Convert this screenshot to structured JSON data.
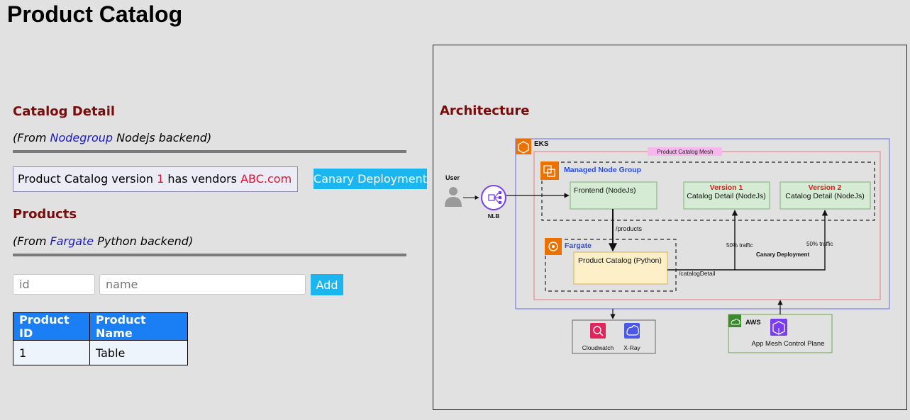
{
  "page": {
    "title": "Product Catalog"
  },
  "catalog_detail": {
    "heading": "Catalog Detail",
    "source_prefix": "(From ",
    "source_highlight": "Nodegroup",
    "source_suffix": " Nodejs backend)",
    "version_text_1": "Product Catalog version ",
    "version_number": "1",
    "version_text_2": " has vendors ",
    "vendor": "ABC.com",
    "canary_button": "Canary Deployment"
  },
  "products": {
    "heading": "Products",
    "source_prefix": "(From ",
    "source_highlight": "Fargate",
    "source_suffix": " Python backend)",
    "id_placeholder": "id",
    "name_placeholder": "name",
    "add_button": "Add",
    "table": {
      "headers": [
        "Product ID",
        "Product Name"
      ],
      "rows": [
        [
          "1",
          "Table"
        ]
      ]
    }
  },
  "architecture": {
    "heading": "Architecture",
    "diagram": {
      "eks": "EKS",
      "mesh": "Product Catalog Mesh",
      "managed_node_group": "Managed Node Group",
      "frontend": "Frontend (NodeJs)",
      "version1_title": "Version 1",
      "version1_sub": "Catalog Detail (NodeJs)",
      "version2_title": "Version 2",
      "version2_sub": "Catalog Detail (NodeJs)",
      "fargate": "Fargate",
      "product_catalog": "Product Catalog (Python)",
      "user": "User",
      "nlb": "NLB",
      "products_path": "/products",
      "catalog_detail_path": "/catalogDetail",
      "traffic_1": "50% traffic",
      "traffic_2": "50% traffic",
      "canary": "Canary Deployment",
      "cloudwatch": "Cloudwatch",
      "xray": "X-Ray",
      "aws": "AWS",
      "app_mesh": "App Mesh Control Plane"
    },
    "colors": {
      "heading": "#7a0b0b",
      "eks_border": "#7e7ef0",
      "mesh_border": "#e8889a",
      "mesh_label_bg": "#f7b6ee",
      "service_fill": "#d5ebd3",
      "python_fill": "#fdf0c8",
      "version_red": "#e01a1a",
      "group_blue": "#2a4de0",
      "aws_orange": "#ed7100"
    }
  }
}
